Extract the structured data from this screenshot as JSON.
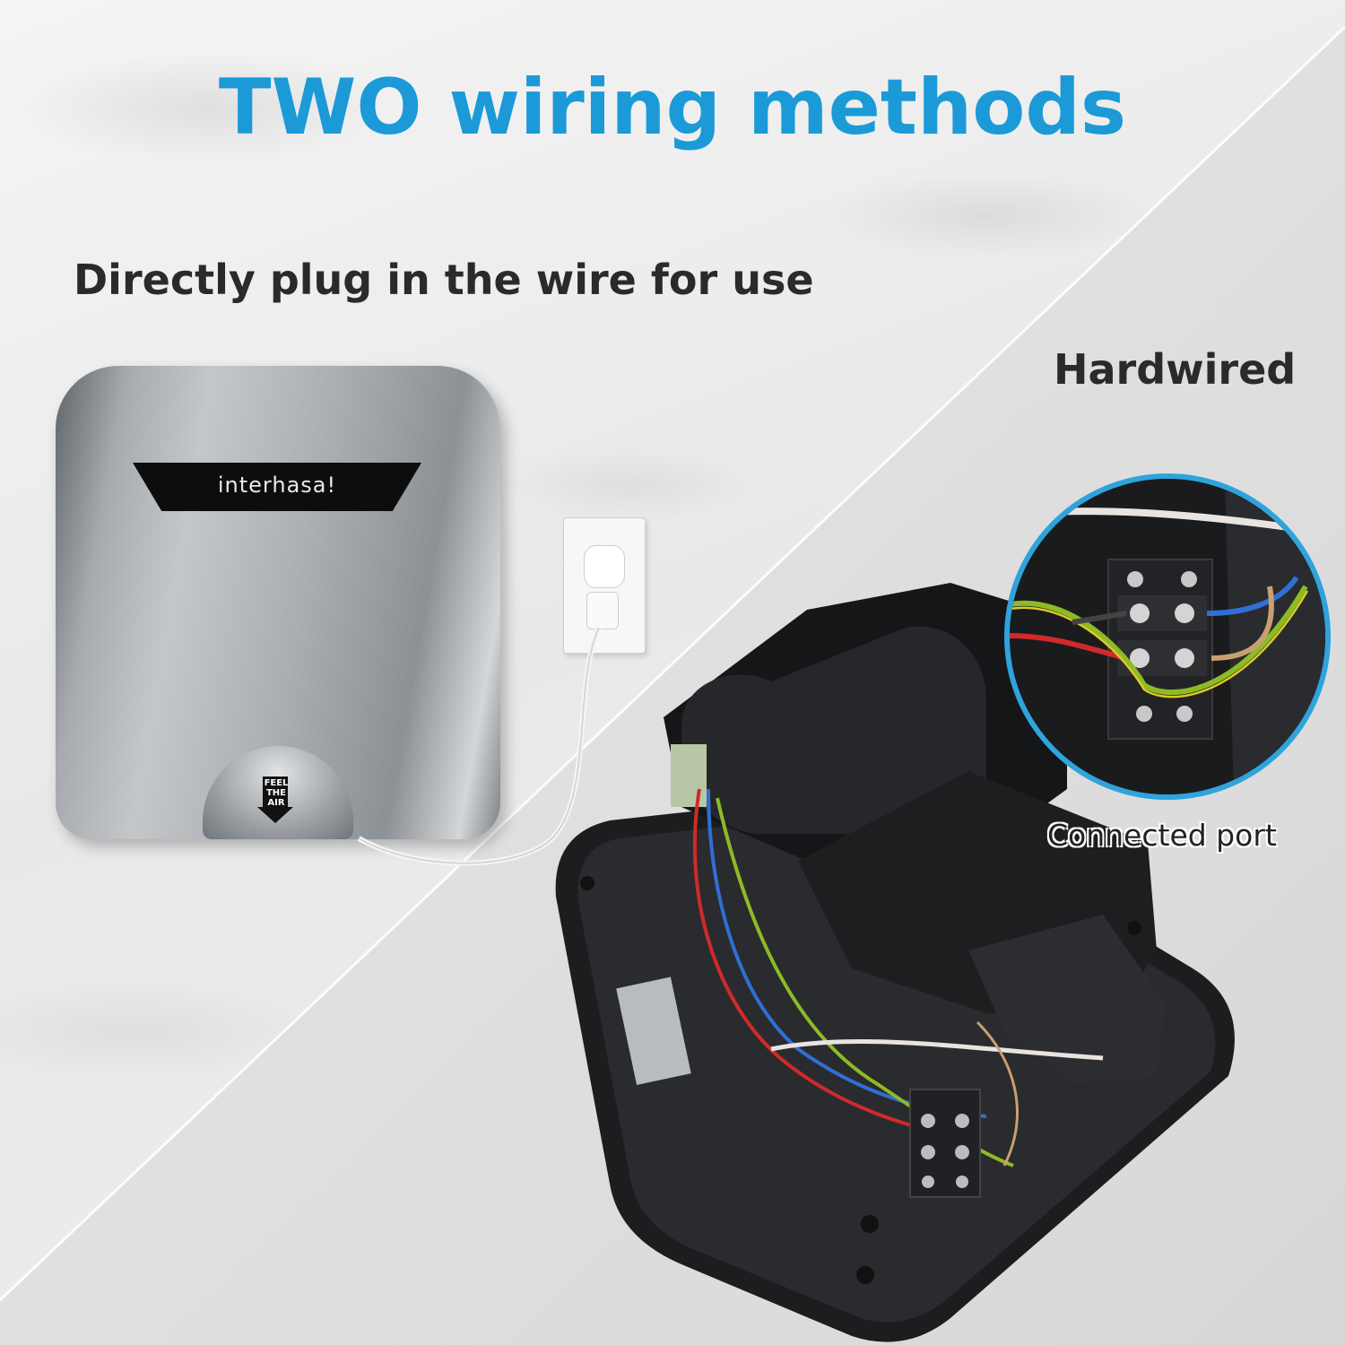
{
  "title": "TWO wiring methods",
  "left_label": "Directly plug in the wire for use",
  "right_label": "Hardwired",
  "callout_label": "Connected port",
  "product": {
    "brand": "interhasa!",
    "nozzle_text": "FEEL THE AIR"
  },
  "colors": {
    "title": "#1b9ad7",
    "label": "#2a2a2a",
    "magnifier_ring": "#2fa3dc"
  }
}
